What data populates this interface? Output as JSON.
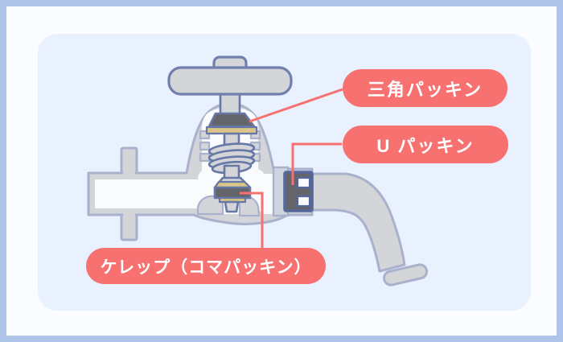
{
  "labels": {
    "triangle_packing": "三角パッキン",
    "u_packing": "U パッキン",
    "kerep": "ケレップ（コマパッキン）"
  },
  "colors": {
    "frame": "#aec5e9",
    "margin": "#fafcff",
    "panel": "#e8f1fd",
    "metal": "#d4d5d9",
    "metal-stroke": "#a9b1cc",
    "part-stroke": "#6878a6",
    "handle-stroke": "#7080ac",
    "dark-packing": "#64656a",
    "tan": "#dbc687",
    "interior": "#fafbfd",
    "collar": "#cfd4e1",
    "u-frame": "#56679c",
    "accent-red": "#f87171",
    "label-text": "#ffffff"
  }
}
